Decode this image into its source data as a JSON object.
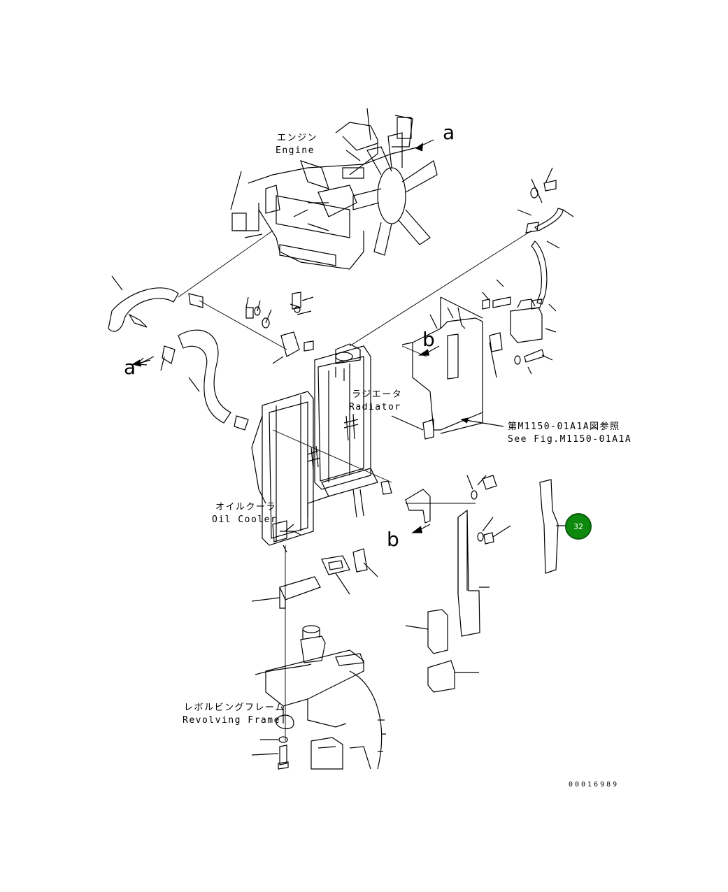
{
  "labels": {
    "engine_jp": "エンジン",
    "engine_en": "Engine",
    "radiator_jp": "ラジエータ",
    "radiator_en": "Radiator",
    "oilcooler_jp": "オイルクーラ",
    "oilcooler_en": "Oil Cooler",
    "frame_jp": "レボルビングフレーム",
    "frame_en": "Revolving Frame",
    "seefig_jp": "第M1150-01A1A図参照",
    "seefig_en": "See Fig.M1150-01A1A"
  },
  "view_markers": {
    "a": "a",
    "b": "b"
  },
  "callout": {
    "number": "32",
    "color": "#0d8a0d"
  },
  "drawing_number": "00016989"
}
